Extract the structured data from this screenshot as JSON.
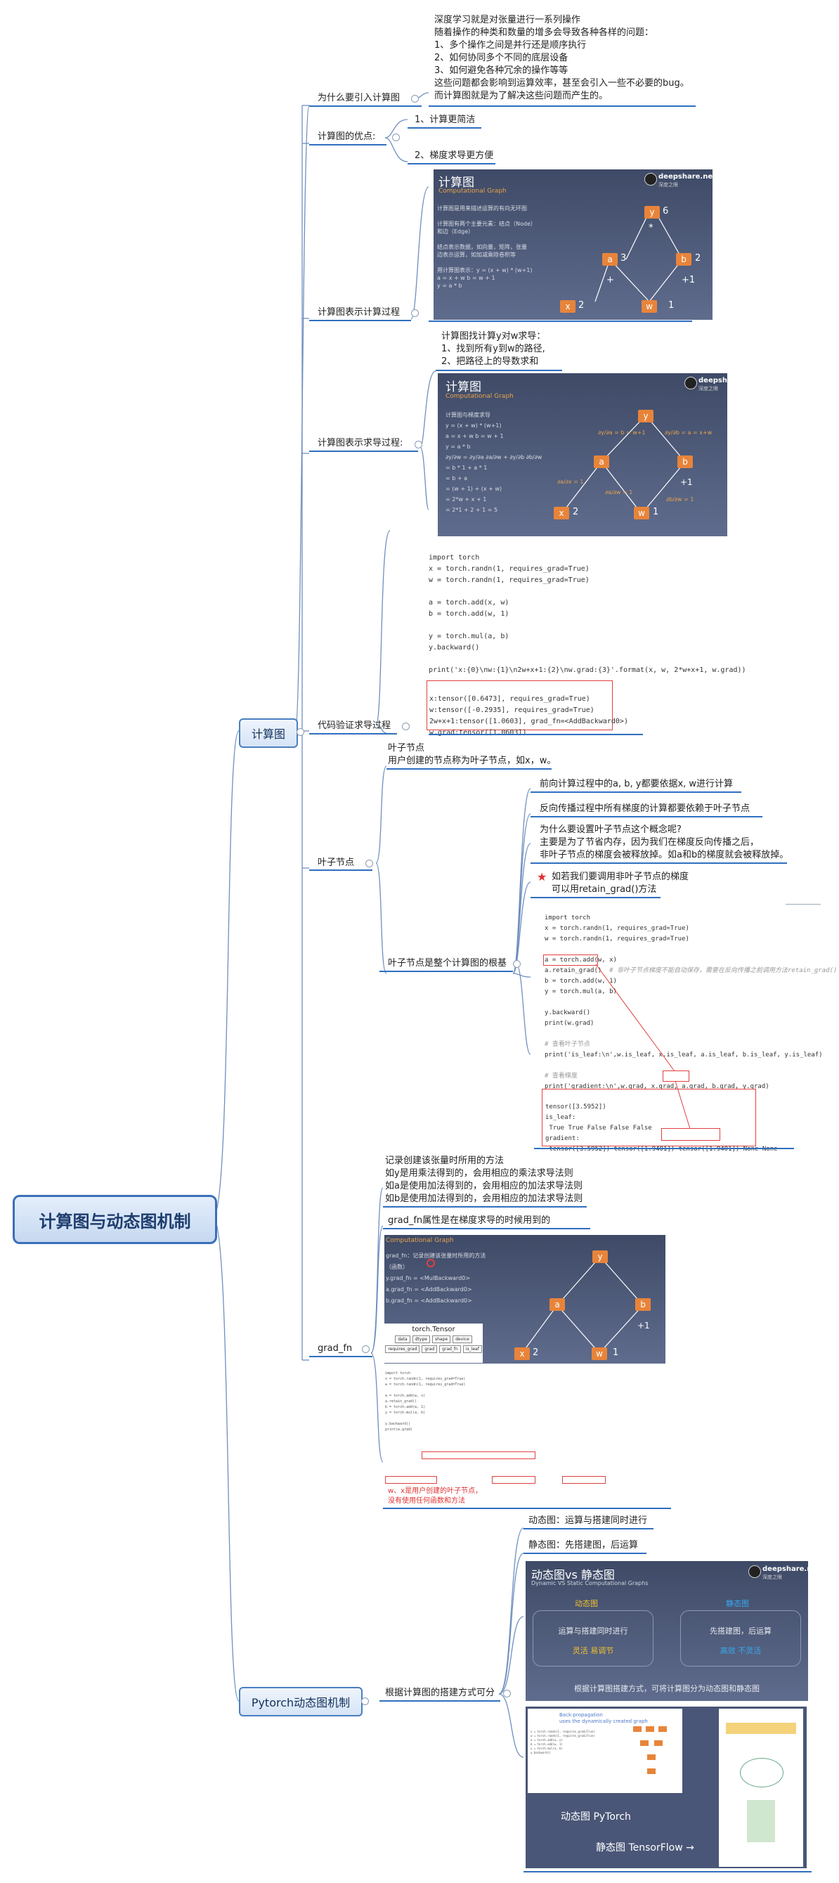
{
  "root": {
    "title": "计算图与动态图机制"
  },
  "branches": {
    "graph": "计算图",
    "dynamic": "Pytorch动态图机制"
  },
  "intro": {
    "label": "为什么要引入计算图",
    "lines": [
      "深度学习就是对张量进行一系列操作",
      "随着操作的种类和数量的增多会导致各种各样的问题：",
      "1、多个操作之间是并行还是顺序执行",
      "2、如何协同多个不同的底层设备",
      "3、如何避免各种冗余的操作等等",
      "这些问题都会影响到运算效率，甚至会引入一些不必要的bug。",
      "而计算图就是为了解决这些问题而产生的。"
    ]
  },
  "advantages": {
    "label": "计算图的优点:",
    "items": [
      "1、计算更简洁",
      "2、梯度求导更方便"
    ]
  },
  "represent": {
    "label": "计算图表示计算过程"
  },
  "slide1": {
    "title": "计算图",
    "subtitle": "Computational Graph",
    "brand": "deepshare.net",
    "brand_sub": "深度之眼",
    "lines": [
      "计算图是用来描述运算的有向无环图",
      "计算图有两个主要元素：结点（Node）",
      "和边（Edge）",
      "结点表示数据，如向量，矩阵，张量",
      "边表示运算，如加减乘除卷积等",
      "用计算图表示：y = (x + w) * (w+1)",
      "a = x + w      b = w + 1",
      "y = a * b"
    ],
    "nodes": {
      "y": "y",
      "a": "a",
      "b": "b",
      "x": "x",
      "w": "w"
    },
    "values": {
      "y": "6",
      "a": "3",
      "b": "2",
      "x": "2",
      "w": "1"
    },
    "ops": {
      "mul": "*",
      "add_a": "+",
      "add_b": "+1"
    }
  },
  "derive": {
    "label": "计算图表示求导过程:",
    "lines": [
      "计算图找计算y对w求导：",
      "1、找到所有y到w的路径,",
      "2、把路径上的导数求和"
    ]
  },
  "slide2": {
    "title": "计算图",
    "subtitle": "Computational Graph",
    "brand": "deepshare.net",
    "brand_sub": "深度之眼",
    "lines": [
      "计算图与梯度求导",
      "y = (x + w) * (w+1)",
      "a = x + w      b = w + 1",
      "y = a * b",
      "∂y/∂w = ∂y/∂a ∂a/∂w + ∂y/∂b ∂b/∂w",
      "  = b * 1 + a * 1",
      "  = b + a",
      "  = (w + 1) + (x + w)",
      "  = 2*w + x + 1",
      "  = 2*1 + 2 + 1 = 5"
    ],
    "nodes": {
      "y": "y",
      "a": "a",
      "b": "b",
      "x": "x",
      "w": "w"
    },
    "values": {
      "x": "2",
      "w": "1",
      "b": "+1"
    },
    "edge_labels": {
      "dya": "∂y/∂a = b = w+1",
      "dyb": "∂y/∂b = a = x+w",
      "dax": "∂a/∂x = 1",
      "daw": "∂a/∂w = 1",
      "dbw": "∂b/∂w = 1"
    }
  },
  "code_verify": {
    "label": "代码验证求导过程",
    "code": [
      "import torch",
      "x = torch.randn(1, requires_grad=True)",
      "w = torch.randn(1, requires_grad=True)",
      "",
      "a = torch.add(x, w)",
      "b = torch.add(w, 1)",
      "",
      "y = torch.mul(a, b)",
      "y.backward()",
      "",
      "print('x:{0}\\nw:{1}\\n2w+x+1:{2}\\nw.grad:{3}'.format(x, w, 2*w+x+1, w.grad))"
    ],
    "output": [
      "x:tensor([0.6473], requires_grad=True)",
      "w:tensor([-0.2935], requires_grad=True)",
      "2w+x+1:tensor([1.0603], grad_fn=<AddBackward0>)",
      "w.grad:tensor([1.0603])"
    ]
  },
  "leaf": {
    "label": "叶子节点",
    "def_title": "叶子节点",
    "def_text": "用户创建的节点称为叶子节点，如x，w。",
    "core_label": "叶子节点是整个计算图的根基",
    "points": [
      "前向计算过程中的a, b, y都要依据x, w进行计算",
      "反向传播过程中所有梯度的计算都要依赖于叶子节点"
    ],
    "why": [
      "为什么要设置叶子节点这个概念呢?",
      "主要是为了节省内存，因为我们在梯度反向传播之后，",
      "非叶子节点的梯度会被释放掉。如a和b的梯度就会被释放掉。"
    ],
    "retain": [
      "如若我们要调用非叶子节点的梯度",
      "可以用retain_grad()方法"
    ],
    "code": [
      "import torch",
      "x = torch.randn(1, requires_grad=True)",
      "w = torch.randn(1, requires_grad=True)",
      "",
      "a = torch.add(w, x)",
      "a.retain_grad()",
      "b = torch.add(w, 1)",
      "y = torch.mul(a, b)",
      "",
      "y.backward()",
      "print(w.grad)",
      "",
      "# 查看叶子节点",
      "print('is_leaf:\\n',w.is_leaf, x.is_leaf, a.is_leaf, b.is_leaf, y.is_leaf)",
      "",
      "# 查看梯度",
      "print('gradient:\\n',w.grad, x.grad, a.grad, b.grad, y.grad)"
    ],
    "code_comment": "# 非叶子节点梯度不能自动保存，需要在反向传播之前调用方法retain_grad()",
    "output": [
      "tensor([3.5952])",
      "is_leaf:",
      " True True False False False",
      "gradient:",
      " tensor([3.5952]) tensor([1.9401]) tensor([1.9401]) None None"
    ]
  },
  "grad_fn": {
    "label": "grad_fn",
    "lines": [
      "记录创建该张量时所用的方法",
      "如y是用乘法得到的，会用相应的乘法求导法则",
      "如a是使用加法得到的，会用相应的加法求导法则",
      "如b是使用加法得到的，会用相应的加法求导法则"
    ],
    "attr": "grad_fn属性是在梯度求导的时候用到的",
    "slide_subtitle": "Computational Graph",
    "slide_lines": [
      "grad_fn：记录创建该张量时所用的方法",
      "（函数）",
      "y.grad_fn = <MulBackward0>",
      "a.grad_fn = <AddBackward0>",
      "b.grad_fn = <AddBackward0>"
    ],
    "tensor_title": "torch.Tensor",
    "tensor_attrs": [
      "data",
      "dtype",
      "shape",
      "device",
      "requires_grad",
      "grad",
      "grad_fn",
      "is_leaf"
    ],
    "note": [
      "w、x是用户创建的叶子节点，",
      "没有使用任何函数和方法"
    ]
  },
  "dynamic": {
    "label": "根据计算图的搭建方式可分",
    "dyn": "动态图：运算与搭建同时进行",
    "stat": "静态图：先搭建图，后运算",
    "slide_title": "动态图vs 静态图",
    "slide_subtitle": "Dynamic VS Static Computational Graphs",
    "brand": "deepshare.net",
    "brand_sub": "深度之眼",
    "dyn_head": "动态图",
    "dyn_body": "运算与搭建同时进行",
    "dyn_tag": "灵活 易调节",
    "stat_head": "静态图",
    "stat_body": "先搭建图，后运算",
    "stat_tag": "高效 不灵活",
    "summary": "根据计算图搭建方式，可将计算图分为动态图和静态图",
    "pytorch": "动态图 PyTorch",
    "tensorflow": "静态图 TensorFlow →",
    "backprop": [
      "Back-propagation",
      "uses the dynamically created graph"
    ]
  },
  "colors": {
    "accent": "#2f6fc0",
    "node": "#e8843a",
    "slide": "#4a5677"
  }
}
